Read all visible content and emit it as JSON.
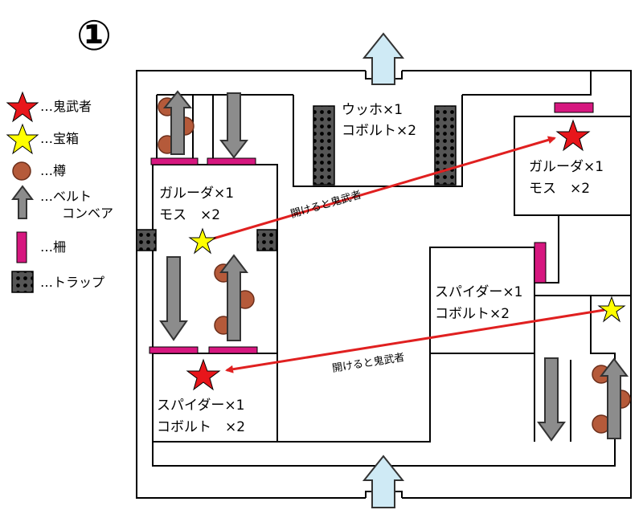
{
  "map_number": "①",
  "legend": [
    {
      "icon": "red-star-icon",
      "label": "…鬼武者"
    },
    {
      "icon": "yellow-star-icon",
      "label": "…宝箱"
    },
    {
      "icon": "barrel-icon",
      "label": "…樽"
    },
    {
      "icon": "conveyor-arrow-icon",
      "label_lines": [
        "…ベルト",
        "コンベア"
      ]
    },
    {
      "icon": "gate-icon",
      "label": "…柵"
    },
    {
      "icon": "trap-icon",
      "label": "…トラップ"
    }
  ],
  "rooms": {
    "top_center": [
      "ウッホ×1",
      "コボルト×2"
    ],
    "top_right": [
      "ガルーダ×1",
      "モス　×2"
    ],
    "left_mid": [
      "ガルーダ×1",
      "モス　×2"
    ],
    "right_mid": [
      "スパイダー×1",
      "コボルト×2"
    ],
    "bottom_left": [
      "スパイダー×1",
      "コボルト　×2"
    ]
  },
  "arrow_notes": [
    "開けると鬼武者",
    "開けると鬼武者"
  ],
  "colors": {
    "wall": "#000000",
    "gate": "#d6177f",
    "conveyor": "#8c8c8c",
    "barrel": "#b55a3a",
    "red_star": "#e8161b",
    "yellow_star": "#ffff00",
    "entrance_arrow": "#cfeaf5",
    "trap": "#555555",
    "link_arrow": "#e02020"
  }
}
